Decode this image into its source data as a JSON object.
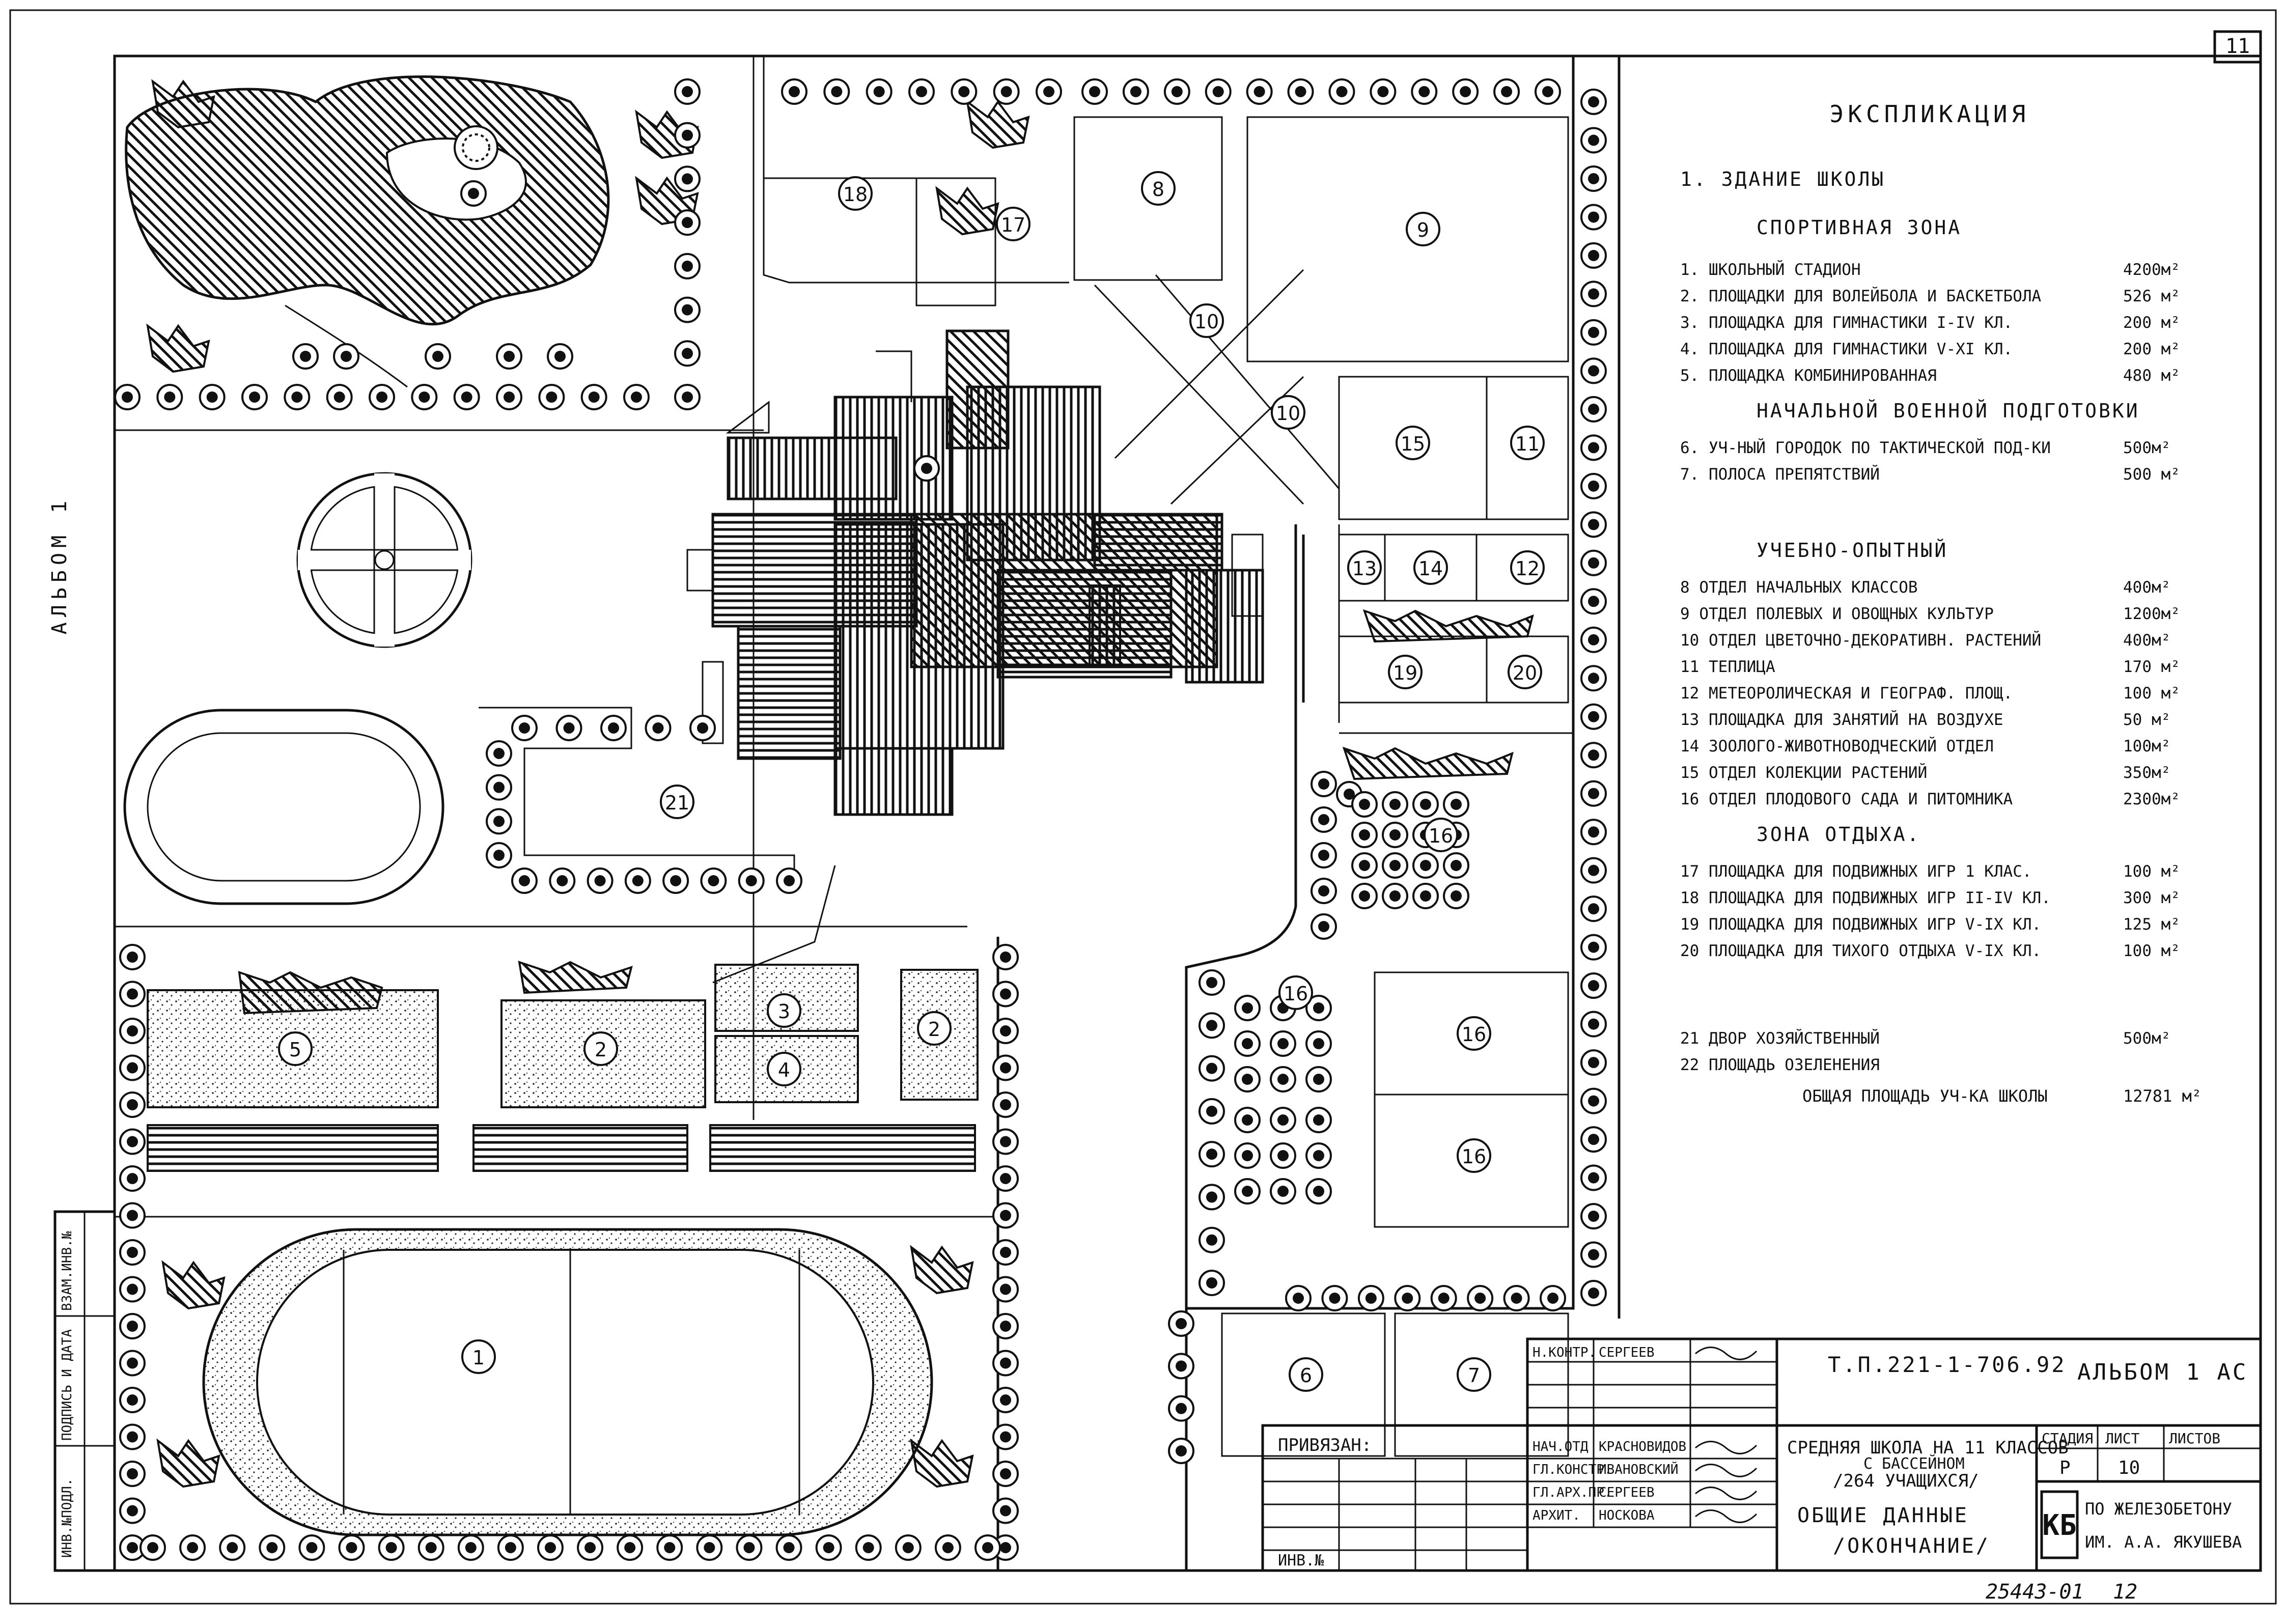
{
  "sheet_number": "11",
  "album_side_label": "АЛЬБОМ 1",
  "left_stamp": [
    "ИНВ.№ПОДЛ.",
    "ПОДПИСЬ И ДАТА",
    "ВЗАМ.ИНВ.№"
  ],
  "legend": {
    "title": "ЭКСПЛИКАЦИЯ",
    "building": "1. ЗДАНИЕ ШКОЛЫ",
    "sections": [
      {
        "heading": "СПОРТИВНАЯ ЗОНА",
        "items": [
          {
            "label": "1. ШКОЛЬНЫЙ СТАДИОН",
            "value": "4200м²"
          },
          {
            "label": "2. ПЛОЩАДКИ ДЛЯ ВОЛЕЙБОЛА И БАСКЕТБОЛА",
            "value": "526 м²"
          },
          {
            "label": "3. ПЛОЩАДКА ДЛЯ ГИМНАСТИКИ I-IV КЛ.",
            "value": "200 м²"
          },
          {
            "label": "4. ПЛОЩАДКА ДЛЯ ГИМНАСТИКИ V-XI КЛ.",
            "value": "200 м²"
          },
          {
            "label": "5. ПЛОЩАДКА КОМБИНИРОВАННАЯ",
            "value": "480 м²"
          }
        ]
      },
      {
        "heading": "НАЧАЛЬНОЙ ВОЕННОЙ ПОДГОТОВКИ",
        "items": [
          {
            "label": "6. УЧ-НЫЙ ГОРОДОК ПО ТАКТИЧЕСКОЙ ПОД-КИ",
            "value": "500м²"
          },
          {
            "label": "7. ПОЛОСА ПРЕПЯТСТВИЙ",
            "value": "500 м²"
          }
        ]
      },
      {
        "heading": "УЧЕБНО-ОПЫТНЫЙ",
        "items": [
          {
            "label": "8 ОТДЕЛ НАЧАЛЬНЫХ КЛАССОВ",
            "value": "400м²"
          },
          {
            "label": "9 ОТДЕЛ ПОЛЕВЫХ И ОВОЩНЫХ КУЛЬТУР",
            "value": "1200м²"
          },
          {
            "label": "10 ОТДЕЛ ЦВЕТОЧНО-ДЕКОРАТИВН. РАСТЕНИЙ",
            "value": "400м²"
          },
          {
            "label": "11 ТЕПЛИЦА",
            "value": "170 м²"
          },
          {
            "label": "12 МЕТЕОРОЛИЧЕСКАЯ И ГЕОГРАФ. ПЛОЩ.",
            "value": "100 м²"
          },
          {
            "label": "13 ПЛОЩАДКА ДЛЯ ЗАНЯТИЙ НА ВОЗДУХЕ",
            "value": "50 м²"
          },
          {
            "label": "14 ЗООЛОГО-ЖИВОТНОВОДЧЕСКИЙ ОТДЕЛ",
            "value": "100м²"
          },
          {
            "label": "15 ОТДЕЛ КОЛЕКЦИИ РАСТЕНИЙ",
            "value": "350м²"
          },
          {
            "label": "16 ОТДЕЛ ПЛОДОВОГО САДА И ПИТОМНИКА",
            "value": "2300м²"
          }
        ]
      },
      {
        "heading": "ЗОНА ОТДЫХА.",
        "items": [
          {
            "label": "17 ПЛОЩАДКА ДЛЯ ПОДВИЖНЫХ ИГР 1 КЛАС.",
            "value": "100 м²"
          },
          {
            "label": "18 ПЛОЩАДКА ДЛЯ ПОДВИЖНЫХ ИГР II-IV КЛ.",
            "value": "300 м²"
          },
          {
            "label": "19 ПЛОЩАДКА ДЛЯ ПОДВИЖНЫХ ИГР V-IX КЛ.",
            "value": "125 м²"
          },
          {
            "label": "20 ПЛОЩАДКА ДЛЯ ТИХОГО ОТДЫХА V-IX КЛ.",
            "value": "100 м²"
          }
        ]
      }
    ],
    "extra": [
      {
        "label": "21 ДВОР ХОЗЯЙСТВЕННЫЙ",
        "value": "500м²"
      },
      {
        "label": "22 ПЛОЩАДЬ ОЗЕЛЕНЕНИЯ",
        "value": ""
      }
    ],
    "total": {
      "label": "ОБЩАЯ ПЛОЩАДЬ УЧ-КА ШКОЛЫ",
      "value": "12781 м²"
    }
  },
  "plan_labels": [
    "1",
    "2",
    "2",
    "3",
    "4",
    "5",
    "6",
    "7",
    "8",
    "9",
    "10",
    "10",
    "11",
    "12",
    "13",
    "14",
    "15",
    "16",
    "16",
    "16",
    "16",
    "17",
    "18",
    "19",
    "20",
    "21"
  ],
  "title_block": {
    "privyazan": "ПРИВЯЗАН:",
    "inv": "ИНВ.№",
    "code": "Т.П.221-1-706.92",
    "album": "АЛЬБОМ 1 АС",
    "roles": [
      {
        "role": "Н.КОНТР.",
        "name": "СЕРГЕЕВ"
      },
      {
        "role": "НАЧ.ОТД",
        "name": "КРАСНОВИДОВ"
      },
      {
        "role": "ГЛ.КОНСТР.",
        "name": "ИВАНОВСКИЙ"
      },
      {
        "role": "ГЛ.АРХ.ПР.",
        "name": "СЕРГЕЕВ"
      },
      {
        "role": "АРХИТ.",
        "name": "НОСКОВА"
      }
    ],
    "project_title": [
      "СРЕДНЯЯ ШКОЛА НА 11 КЛАССОВ",
      "С БАССЕЙНОМ",
      "/264 УЧАЩИХСЯ/"
    ],
    "sheet_title": [
      "ОБЩИЕ ДАННЫЕ",
      "/ОКОНЧАНИЕ/"
    ],
    "stage_header": "СТАДИЯ",
    "sheet_header": "ЛИСТ",
    "sheets_header": "ЛИСТОВ",
    "stage": "Р",
    "sheet": "10",
    "sheets": "",
    "org_logo": "КБ",
    "org": [
      "ПО ЖЕЛЕЗОБЕТОНУ",
      "ИМ. А.А. ЯКУШЕВА"
    ]
  },
  "archive_number": "25443-01",
  "archive_page": "12"
}
